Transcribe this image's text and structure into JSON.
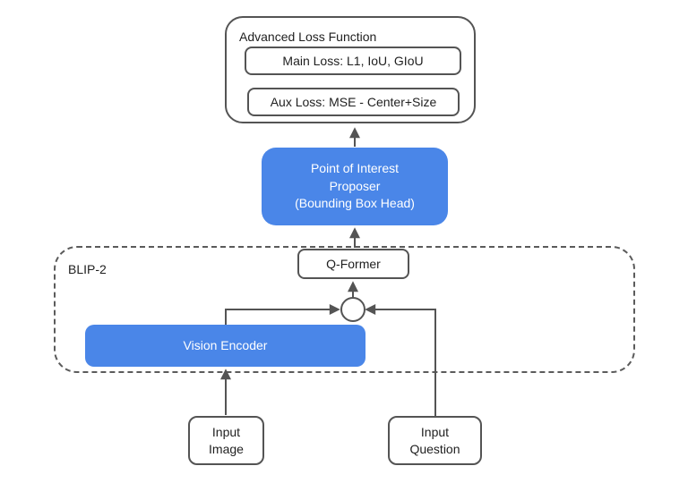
{
  "colors": {
    "accent_blue": "#4a86e8",
    "stroke_gray": "#545454",
    "text_dark": "#1f1f1f",
    "canvas_bg": "#ffffff"
  },
  "diagram": {
    "advanced_loss": {
      "title": "Advanced Loss Function",
      "main_loss": "Main Loss: L1, IoU, GIoU",
      "aux_loss": "Aux Loss: MSE - Center+Size"
    },
    "poi": {
      "lines": [
        "Point of Interest",
        "Proposer",
        "(Bounding Box Head)"
      ]
    },
    "qformer": {
      "label": "Q-Former"
    },
    "blip2": {
      "label": "BLIP-2"
    },
    "vision_encoder": {
      "label": "Vision Encoder"
    },
    "input_image": {
      "lines": [
        "Input",
        "Image"
      ]
    },
    "input_question": {
      "lines": [
        "Input",
        "Question"
      ]
    }
  }
}
